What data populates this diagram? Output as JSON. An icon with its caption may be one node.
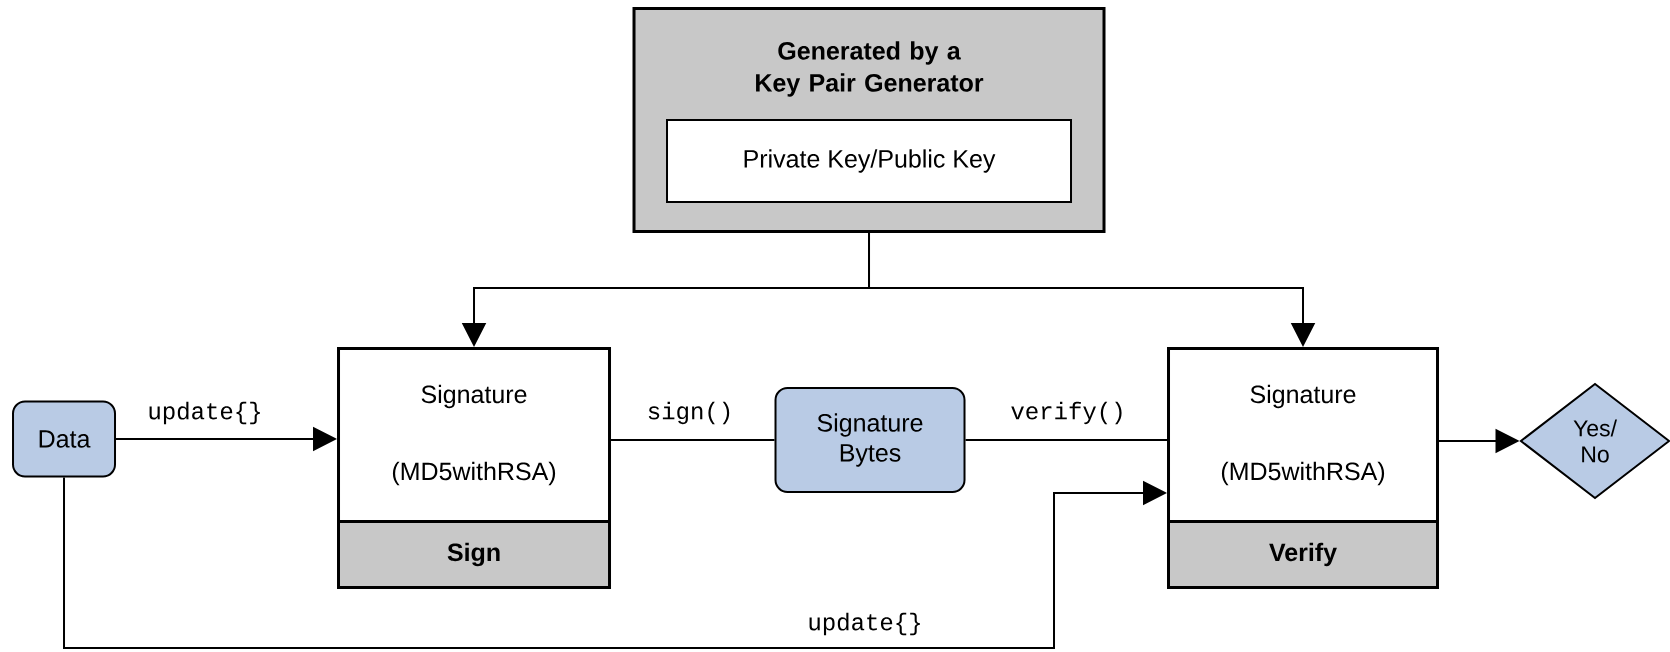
{
  "diagram": {
    "nodes": [
      {
        "text": [
          "Generated by a Key Pair Generator"
        ]
      },
      {
        "text": [
          "Private Key/Public Key"
        ],
        "in": 0
      },
      {
        "text": [
          "Data"
        ]
      },
      {
        "text": [
          "Signature",
          "(MD5withRSA)",
          "Sign"
        ]
      },
      {
        "text": [
          "Signature Bytes"
        ]
      },
      {
        "text": [
          "Signature",
          "(MD5withRSA)",
          "Verify"
        ]
      },
      {
        "text": [
          "Yes/ No"
        ]
      }
    ],
    "edges": [
      {
        "from": 0,
        "to": 3,
        "arrow": "to"
      },
      {
        "from": 0,
        "to": 5,
        "arrow": "to"
      },
      {
        "from": 2,
        "to": 3,
        "arrow": "to",
        "label": "update{}"
      },
      {
        "from": 3,
        "to": 4,
        "arrow": "none",
        "label": "sign()"
      },
      {
        "from": 4,
        "to": 5,
        "arrow": "none",
        "label": "verify()"
      },
      {
        "from": 2,
        "to": 5,
        "arrow": "to",
        "label": "update{}"
      },
      {
        "from": 5,
        "to": 6,
        "arrow": "to"
      }
    ]
  }
}
